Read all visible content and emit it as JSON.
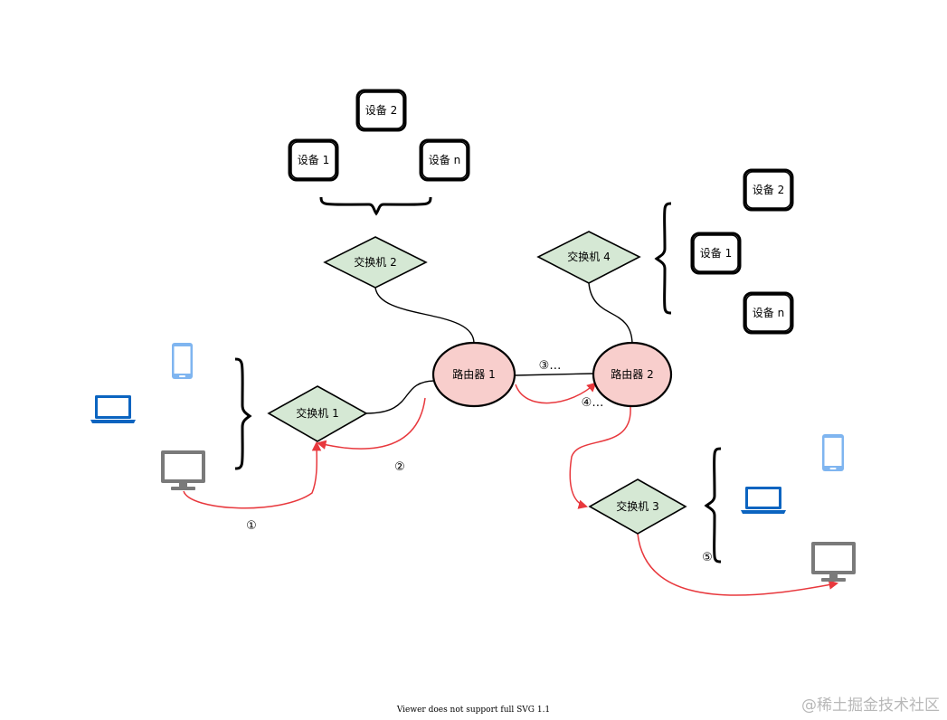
{
  "devices_top": [
    "设备 2",
    "设备 1",
    "设备 n"
  ],
  "devices_right": [
    "设备 2",
    "设备 1",
    "设备 n"
  ],
  "switches": {
    "s1": "交换机 1",
    "s2": "交换机 2",
    "s3": "交换机 3",
    "s4": "交换机 4"
  },
  "routers": {
    "r1": "路由器 1",
    "r2": "路由器 2"
  },
  "steps": [
    "①",
    "②",
    "③…",
    "④…",
    "⑤"
  ],
  "colors": {
    "switch_fill": "#d5e8d4",
    "router_fill": "#f8cecc",
    "flow_line": "#e8383d",
    "phone": "#7fb5f0",
    "laptop": "#0b64c0",
    "monitor": "#7a7a7a"
  },
  "icons": [
    "phone-icon",
    "laptop-icon",
    "monitor-icon"
  ],
  "footer_text": "Viewer does not support full SVG 1.1",
  "watermark_text": "@稀土掘金技术社区"
}
